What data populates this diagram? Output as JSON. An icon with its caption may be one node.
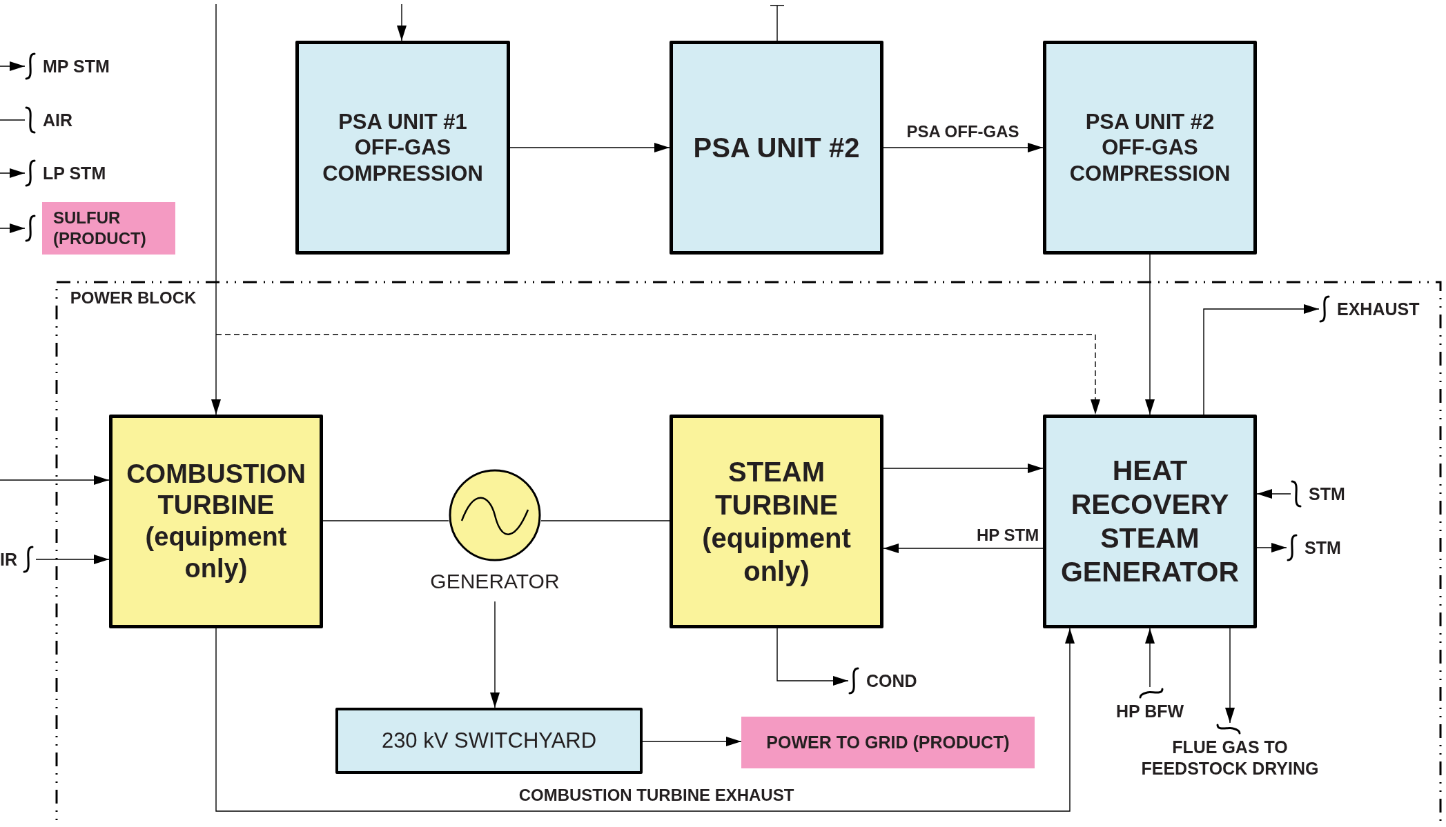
{
  "diagram": {
    "nodes": [
      {
        "text": [
          "PSA UNIT #1 OFF-GAS COMPRESSION"
        ]
      },
      {
        "text": [
          "PSA UNIT #2"
        ]
      },
      {
        "text": [
          "PSA UNIT #2 OFF-GAS COMPRESSION"
        ]
      },
      {
        "text": [
          "MP STM"
        ]
      },
      {
        "text": [
          "AIR"
        ]
      },
      {
        "text": [
          "LP STM"
        ]
      },
      {
        "text": [
          "SULFUR (PRODUCT)"
        ]
      },
      {
        "text": [
          "POWER BLOCK"
        ]
      },
      {
        "text": [
          "IR"
        ]
      },
      {
        "text": [
          "COMBUSTION TURBINE (equipment only)"
        ],
        "in": 7
      },
      {
        "text": [],
        "shape": "circle",
        "beside": [
          "GENERATOR"
        ],
        "in": 7
      },
      {
        "text": [
          "STEAM TURBINE (equipment only)"
        ],
        "in": 7
      },
      {
        "text": [
          "HEAT RECOVERY STEAM GENERATOR"
        ],
        "in": 7
      },
      {
        "text": [
          "EXHAUST"
        ],
        "in": 7
      },
      {
        "text": [
          "STM"
        ],
        "in": 7
      },
      {
        "text": [
          "STM"
        ],
        "in": 7
      },
      {
        "text": [
          "COND"
        ],
        "in": 7
      },
      {
        "text": [
          "230 kV SWITCHYARD"
        ],
        "in": 7
      },
      {
        "text": [
          "POWER TO GRID (PRODUCT)"
        ],
        "in": 7
      },
      {
        "text": [
          "HP BFW"
        ],
        "in": 7
      },
      {
        "text": [
          "FLUE GAS TO FEEDSTOCK DRYING"
        ],
        "in": 7
      }
    ],
    "edges": [
      {
        "from": null,
        "to": 0,
        "arrow": "to"
      },
      {
        "from": null,
        "to": 1,
        "arrow": "other"
      },
      {
        "from": 0,
        "to": 1,
        "arrow": "to"
      },
      {
        "from": 1,
        "to": 2,
        "arrow": "to",
        "label": "PSA OFF-GAS"
      },
      {
        "from": null,
        "to": 3,
        "arrow": "to"
      },
      {
        "from": null,
        "to": 4,
        "arrow": "none"
      },
      {
        "from": null,
        "to": 5,
        "arrow": "to"
      },
      {
        "from": null,
        "to": 6,
        "arrow": "to"
      },
      {
        "from": null,
        "to": 9,
        "arrow": "to"
      },
      {
        "from": null,
        "to": 12,
        "arrow": "to",
        "style": "dashed"
      },
      {
        "from": null,
        "to": 9,
        "arrow": "to"
      },
      {
        "from": 8,
        "to": 9,
        "arrow": "to"
      },
      {
        "from": 9,
        "to": 10,
        "arrow": "none"
      },
      {
        "from": 10,
        "to": 11,
        "arrow": "none"
      },
      {
        "from": 11,
        "to": 12,
        "arrow": "to"
      },
      {
        "from": 12,
        "to": 11,
        "arrow": "to",
        "label": "HP STM"
      },
      {
        "from": 2,
        "to": 12,
        "arrow": "to"
      },
      {
        "from": 12,
        "to": 13,
        "arrow": "to"
      },
      {
        "from": 14,
        "to": 12,
        "arrow": "to"
      },
      {
        "from": 12,
        "to": 15,
        "arrow": "to"
      },
      {
        "from": 11,
        "to": 16,
        "arrow": "to"
      },
      {
        "from": 10,
        "to": 17,
        "arrow": "to"
      },
      {
        "from": 17,
        "to": 18,
        "arrow": "to"
      },
      {
        "from": 9,
        "to": 12,
        "arrow": "to",
        "label": "COMBUSTION TURBINE EXHAUST"
      },
      {
        "from": 19,
        "to": 12,
        "arrow": "to"
      },
      {
        "from": 12,
        "to": 20,
        "arrow": "to"
      }
    ]
  }
}
